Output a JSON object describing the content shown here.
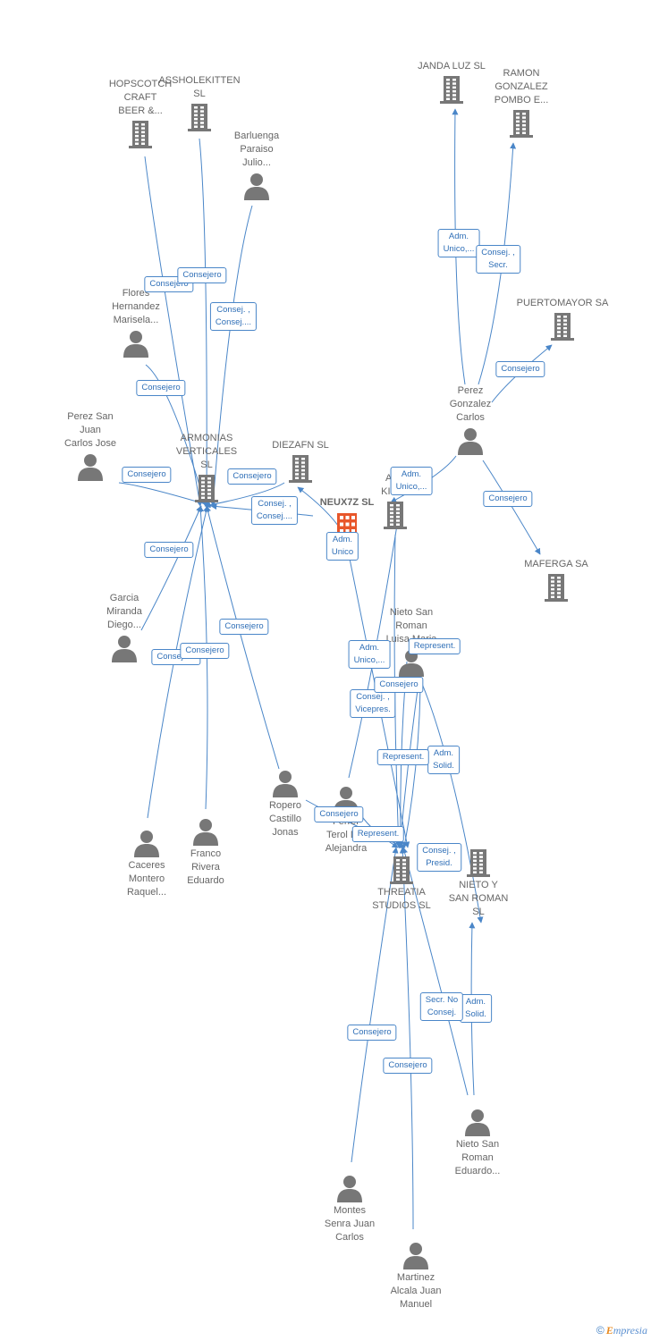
{
  "colors": {
    "edge": "#4a86c8",
    "node_icon": "#777777",
    "focus_icon": "#e8562a",
    "badge_text": "#2f6fb7"
  },
  "nodes": [
    {
      "id": "hopscotch",
      "type": "company",
      "label": "HOPSCOTCH\nCRAFT\nBEER &..."
    },
    {
      "id": "assholekitten",
      "type": "company",
      "label": "ASSHOLEKITTEN\nSL"
    },
    {
      "id": "barluenga",
      "type": "person",
      "label": "Barluenga\nParaiso\nJulio..."
    },
    {
      "id": "flores",
      "type": "person",
      "label": "Flores\nHernandez\nMarisela..."
    },
    {
      "id": "perez_sj",
      "type": "person",
      "label": "Perez San\nJuan\nCarlos Jose"
    },
    {
      "id": "armonias",
      "type": "company",
      "label": "ARMONIAS\nVERTICALES\nSL"
    },
    {
      "id": "diezafn",
      "type": "company",
      "label": "DIEZAFN  SL"
    },
    {
      "id": "neux7z",
      "type": "focus",
      "label": "NEUX7Z  SL"
    },
    {
      "id": "asskit2",
      "type": "company",
      "label": "ASS\nKITT..."
    },
    {
      "id": "janda",
      "type": "company",
      "label": "JANDA LUZ  SL"
    },
    {
      "id": "ramon",
      "type": "company",
      "label": "RAMON\nGONZALEZ\nPOMBO E..."
    },
    {
      "id": "puertomayor",
      "type": "company",
      "label": "PUERTOMAYOR SA"
    },
    {
      "id": "perez_gc",
      "type": "person",
      "label": "Perez\nGonzalez\nCarlos"
    },
    {
      "id": "maferga",
      "type": "company",
      "label": "MAFERGA SA"
    },
    {
      "id": "garcia",
      "type": "person",
      "label": "Garcia\nMiranda\nDiego..."
    },
    {
      "id": "nieto_luisa",
      "type": "person",
      "label": "Nieto San\nRoman\nLuisa Maria"
    },
    {
      "id": "ropero",
      "type": "person",
      "label": "Ropero\nCastillo\nJonas"
    },
    {
      "id": "ferrer",
      "type": "person",
      "label": "Ferrer\nTerol D...\nAlejandra"
    },
    {
      "id": "caceres",
      "type": "person",
      "label": "Caceres\nMontero\nRaquel..."
    },
    {
      "id": "franco",
      "type": "person",
      "label": "Franco\nRivera\nEduardo"
    },
    {
      "id": "threatia",
      "type": "company",
      "label": "THREATIA\nSTUDIOS  SL"
    },
    {
      "id": "nieto_sr",
      "type": "company",
      "label": "NIETO Y\nSAN ROMAN\nSL"
    },
    {
      "id": "nieto_ed",
      "type": "person",
      "label": "Nieto San\nRoman\nEduardo..."
    },
    {
      "id": "montes",
      "type": "person",
      "label": "Montes\nSenra Juan\nCarlos"
    },
    {
      "id": "martinez",
      "type": "person",
      "label": "Martinez\nAlcala Juan\nManuel"
    }
  ],
  "edges": [
    {
      "from": "hopscotch",
      "to": "armonias",
      "label": "Consejero"
    },
    {
      "from": "assholekitten",
      "to": "armonias",
      "label": "Consejero"
    },
    {
      "from": "barluenga",
      "to": "armonias",
      "label": "Consej. ,\nConsej...."
    },
    {
      "from": "flores",
      "to": "armonias",
      "label": "Consejero"
    },
    {
      "from": "perez_sj",
      "to": "armonias",
      "label": "Consejero"
    },
    {
      "from": "diezafn",
      "to": "armonias",
      "label": "Consejero"
    },
    {
      "from": "neux7z",
      "to": "armonias",
      "label": "Consej. ,\nConsej...."
    },
    {
      "from": "neux7z",
      "to": "diezafn",
      "label": "Adm.\nUnico"
    },
    {
      "from": "perez_gc",
      "to": "janda",
      "label": "Adm.\nUnico,..."
    },
    {
      "from": "perez_gc",
      "to": "ramon",
      "label": "Consej. ,\nSecr."
    },
    {
      "from": "perez_gc",
      "to": "puertomayor",
      "label": "Consejero"
    },
    {
      "from": "perez_gc",
      "to": "asskit2",
      "label": "Adm.\nUnico,..."
    },
    {
      "from": "perez_gc",
      "to": "maferga",
      "label": "Consejero"
    },
    {
      "from": "garcia",
      "to": "armonias",
      "label": "Consejero"
    },
    {
      "from": "caceres",
      "to": "armonias",
      "label": "Consejero"
    },
    {
      "from": "franco",
      "to": "armonias",
      "label": "Consejero"
    },
    {
      "from": "ropero",
      "to": "armonias",
      "label": "Consejero"
    },
    {
      "from": "neux7z",
      "to": "threatia",
      "label": "Adm.\nUnico,..."
    },
    {
      "from": "nieto_luisa",
      "to": "threatia",
      "label": "Represent."
    },
    {
      "from": "ferrer",
      "to": "asskit2",
      "label": "Consej. ,\nVicepres."
    },
    {
      "from": "nieto_luisa",
      "to": "threatia",
      "label": "Consejero"
    },
    {
      "from": "nieto_luisa",
      "to": "nieto_sr",
      "label": "Adm.\nSolid."
    },
    {
      "from": "asskit2",
      "to": "threatia",
      "label": "Represent."
    },
    {
      "from": "ropero",
      "to": "threatia",
      "label": "Consejero"
    },
    {
      "from": "ferrer",
      "to": "threatia",
      "label": "Represent."
    },
    {
      "from": "nieto_luisa",
      "to": "threatia",
      "label": "Consej. ,\nPresid."
    },
    {
      "from": "nieto_ed",
      "to": "nieto_sr",
      "label": "Adm.\nSolid."
    },
    {
      "from": "nieto_ed",
      "to": "threatia",
      "label": "Secr.  No\nConsej."
    },
    {
      "from": "montes",
      "to": "threatia",
      "label": "Consejero"
    },
    {
      "from": "martinez",
      "to": "threatia",
      "label": "Consejero"
    }
  ],
  "footer": {
    "copyright": "©",
    "brand_initial": "E",
    "brand_rest": "mpresia"
  }
}
